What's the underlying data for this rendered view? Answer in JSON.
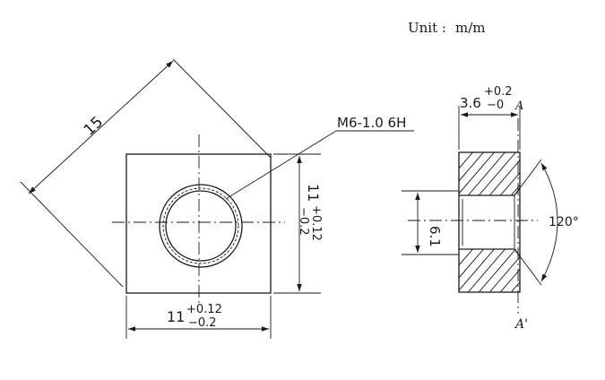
{
  "unit": {
    "label": "Unit :",
    "value": "m/m"
  },
  "front_view": {
    "diagonal_dim": "15",
    "thread_callout": "M6-1.0  6H",
    "width_dim": "11",
    "width_tol_upper": "+0.12",
    "width_tol_lower": "−0.2",
    "height_dim": "11",
    "height_tol_upper": "+0.12",
    "height_tol_lower": "−0.2"
  },
  "side_view": {
    "thickness_dim": "3.6",
    "thickness_tol_upper": "+0.2",
    "thickness_tol_lower": "−0",
    "section_mark_top": "A",
    "section_mark_bottom": "A'",
    "bore_dim": "6.1",
    "chamfer_angle": "120°"
  }
}
